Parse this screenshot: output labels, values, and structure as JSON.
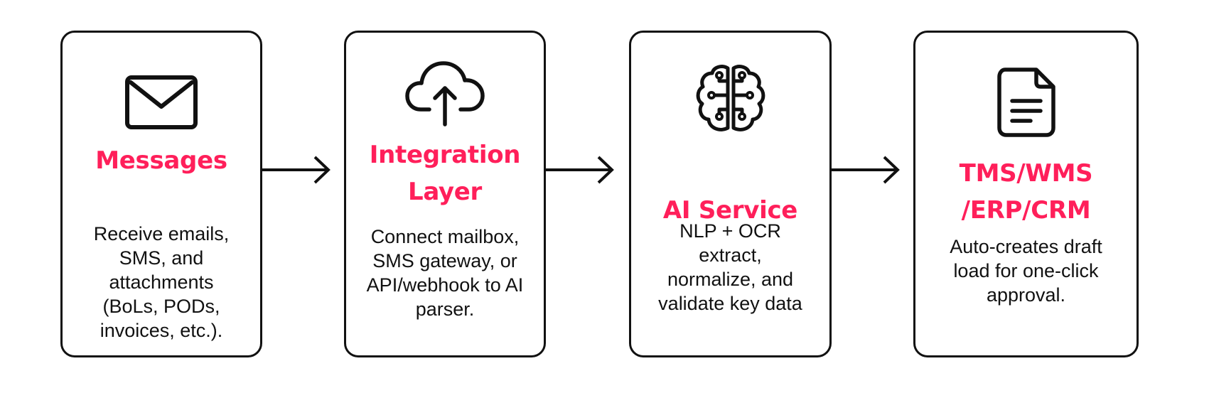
{
  "accent_color": "#ff1f5a",
  "line_color": "#111111",
  "steps": [
    {
      "icon": "envelope-icon",
      "title_lines": [
        "Messages"
      ],
      "desc_lines": [
        "Receive emails,",
        "SMS, and",
        "attachments",
        "(BoLs, PODs,",
        "invoices, etc.)."
      ]
    },
    {
      "icon": "cloud-upload-icon",
      "title_lines": [
        "Integration",
        "Layer"
      ],
      "desc_lines": [
        "Connect mailbox,",
        "SMS gateway, or",
        "API/webhook to AI",
        "parser."
      ]
    },
    {
      "icon": "brain-circuit-icon",
      "title_lines": [
        "AI Service"
      ],
      "desc_lines": [
        "NLP + OCR",
        "extract,",
        "normalize, and",
        "validate key data"
      ]
    },
    {
      "icon": "document-icon",
      "title_lines": [
        "TMS/WMS",
        "/ERP/CRM"
      ],
      "desc_lines": [
        "Auto-creates draft",
        "load for one-click",
        "approval."
      ]
    }
  ]
}
